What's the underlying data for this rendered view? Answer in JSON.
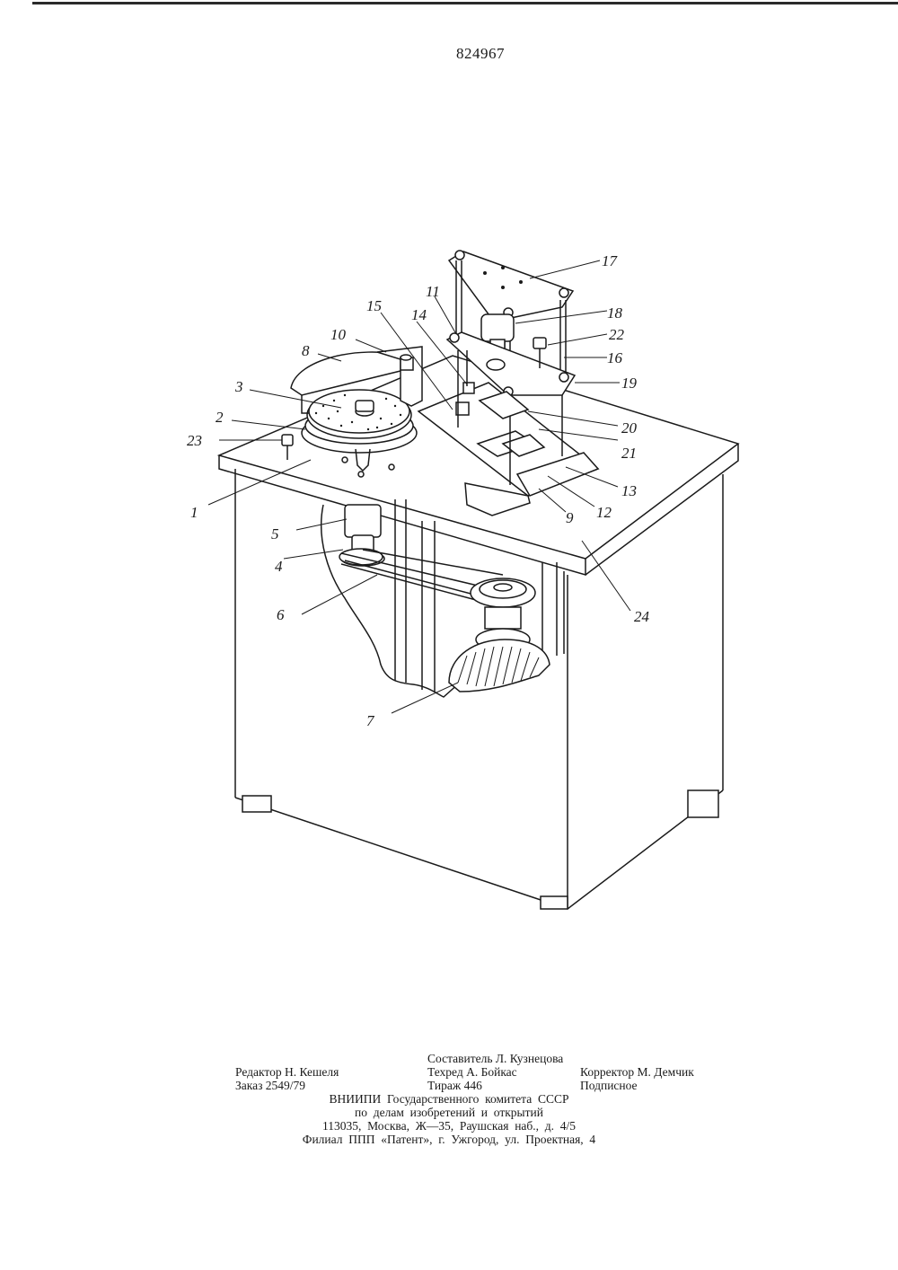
{
  "header": {
    "patent_number": "824967"
  },
  "figure": {
    "labels": [
      "1",
      "2",
      "3",
      "4",
      "5",
      "6",
      "7",
      "8",
      "9",
      "10",
      "11",
      "12",
      "13",
      "14",
      "15",
      "16",
      "17",
      "18",
      "19",
      "20",
      "21",
      "22",
      "23",
      "24"
    ]
  },
  "imprint": {
    "compiler": "Составитель Л. Кузнецова",
    "editor": "Редактор Н. Кешеля",
    "tech_editor": "Техред А. Бойкас",
    "corrector": "Корректор М. Демчик",
    "order": "Заказ 2549/79",
    "circulation": "Тираж 446",
    "subscription": "Подписное",
    "org_line1": "ВНИИПИ  Государственного  комитета  СССР",
    "org_line2": "по  делам  изобретений  и  открытий",
    "address": "113035,  Москва,  Ж—35,  Раушская  наб.,  д.  4/5",
    "branch": "Филиал  ППП  «Патент»,  г.  Ужгород,  ул.  Проектная,  4"
  }
}
